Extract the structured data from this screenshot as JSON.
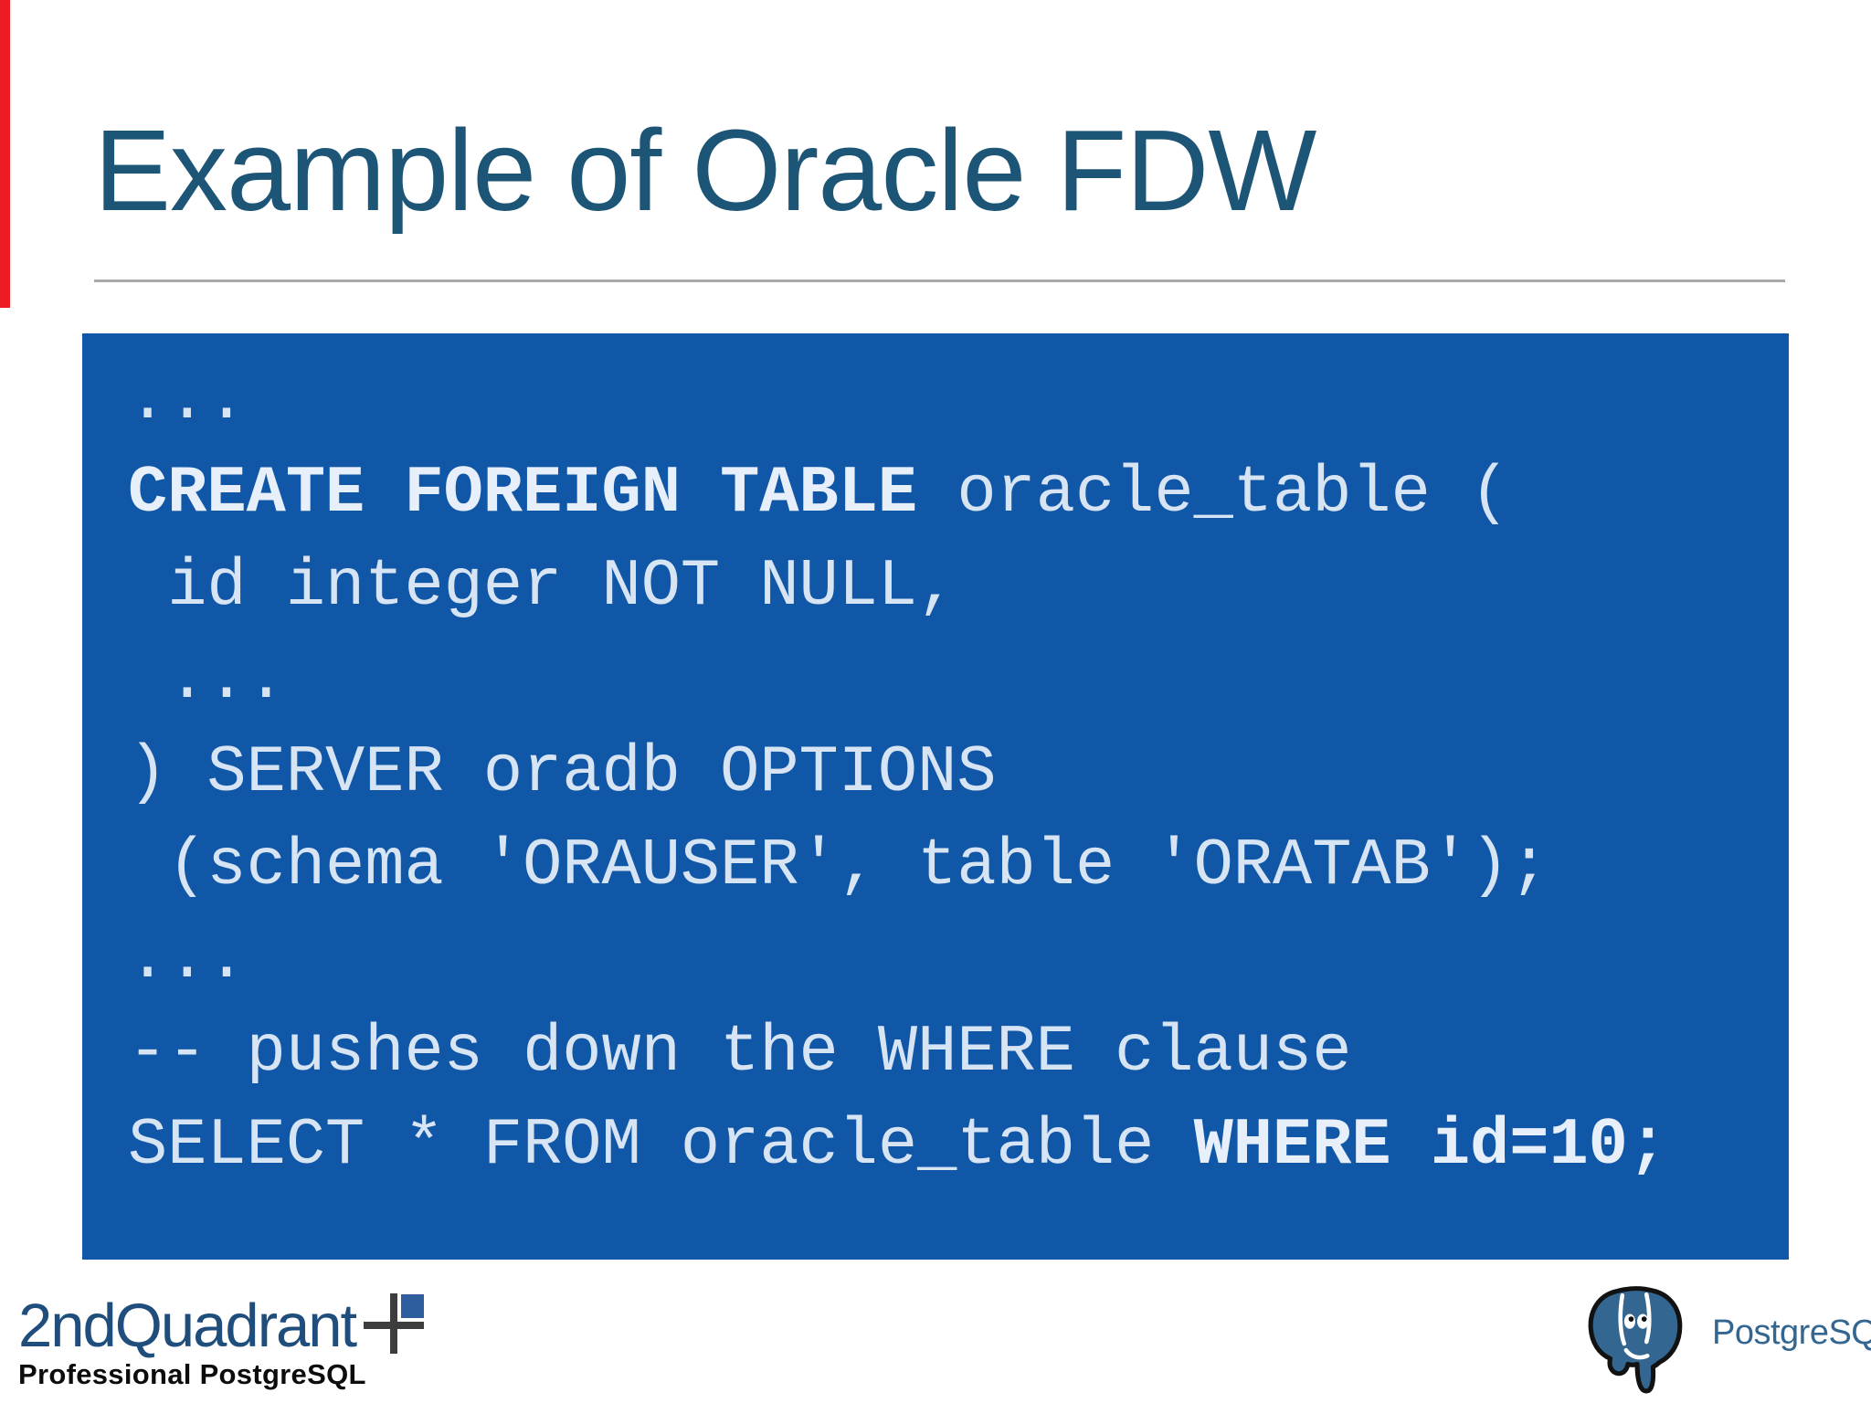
{
  "slide": {
    "title": "Example of Oracle FDW"
  },
  "code": {
    "line1": "...",
    "line2_keyword": "CREATE FOREIGN TABLE",
    "line2_rest": " oracle_table (",
    "line3": " id integer NOT NULL,",
    "line4": " ...",
    "line5": ") SERVER oradb OPTIONS",
    "line6": " (schema 'ORAUSER', table 'ORATAB');",
    "line7": "...",
    "line8": "-- pushes down the WHERE clause",
    "line9_rest": "SELECT * FROM oracle_table ",
    "line9_keyword": "WHERE id=10;"
  },
  "footer": {
    "brand_name": "2ndQuadrant",
    "brand_tagline": "Professional PostgreSQL",
    "postgres_label": "PostgreSQL"
  },
  "icons": {
    "quadrant_cross": "plus-cross with filled square in upper-right quadrant",
    "postgres_elephant": "PostgreSQL elephant (Slonik) head"
  },
  "colors": {
    "code_background": "#1157a7",
    "code_text": "#d7e4f4",
    "title_text": "#1d5577",
    "divider_gray": "#a9a9a9",
    "brand_blue": "#1f4e7c",
    "tagline_black": "#0c0c0c",
    "cross_gray": "#3d3d3d",
    "cross_square_blue": "#2e5e9e",
    "postgres_blue": "#336791",
    "edge_bar_red": "#ed1c24"
  }
}
